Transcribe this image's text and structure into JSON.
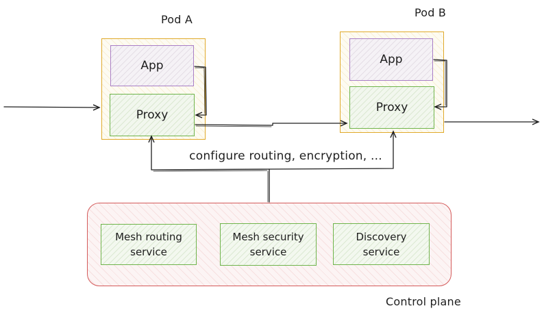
{
  "pods": [
    {
      "title": "Pod A",
      "app_label": "App",
      "proxy_label": "Proxy"
    },
    {
      "title": "Pod B",
      "app_label": "App",
      "proxy_label": "Proxy"
    }
  ],
  "config_label": "configure routing, encryption, ...",
  "control_plane": {
    "label": "Control plane",
    "services": [
      {
        "line1": "Mesh routing",
        "line2": "service"
      },
      {
        "line1": "Mesh security",
        "line2": "service"
      },
      {
        "line1": "Discovery",
        "line2": "service"
      }
    ]
  },
  "colors": {
    "pod_border": "#e0a92a",
    "app_border": "#a97ec6",
    "proxy_border": "#6fb44b",
    "control_plane_border": "#d45a5a",
    "line": "#1e1e1e"
  }
}
